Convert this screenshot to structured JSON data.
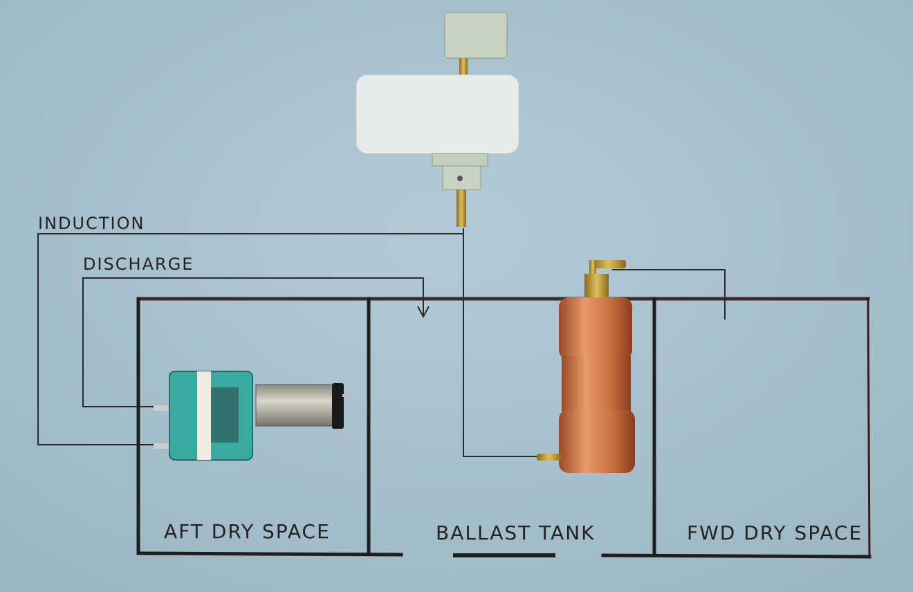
{
  "labels": {
    "induction": "INDUCTION",
    "discharge": "DISCHARGE",
    "aft_dry_space": "AFT DRY SPACE",
    "ballast_tank": "BALLAST TANK",
    "fwd_dry_space": "FWD DRY SPACE"
  },
  "colors": {
    "background": "#a7c1cd",
    "ink": "#1e1e1e",
    "copper": "#c8703f",
    "pump_teal": "#3aa9a0",
    "valve_white": "#e6ece9"
  }
}
